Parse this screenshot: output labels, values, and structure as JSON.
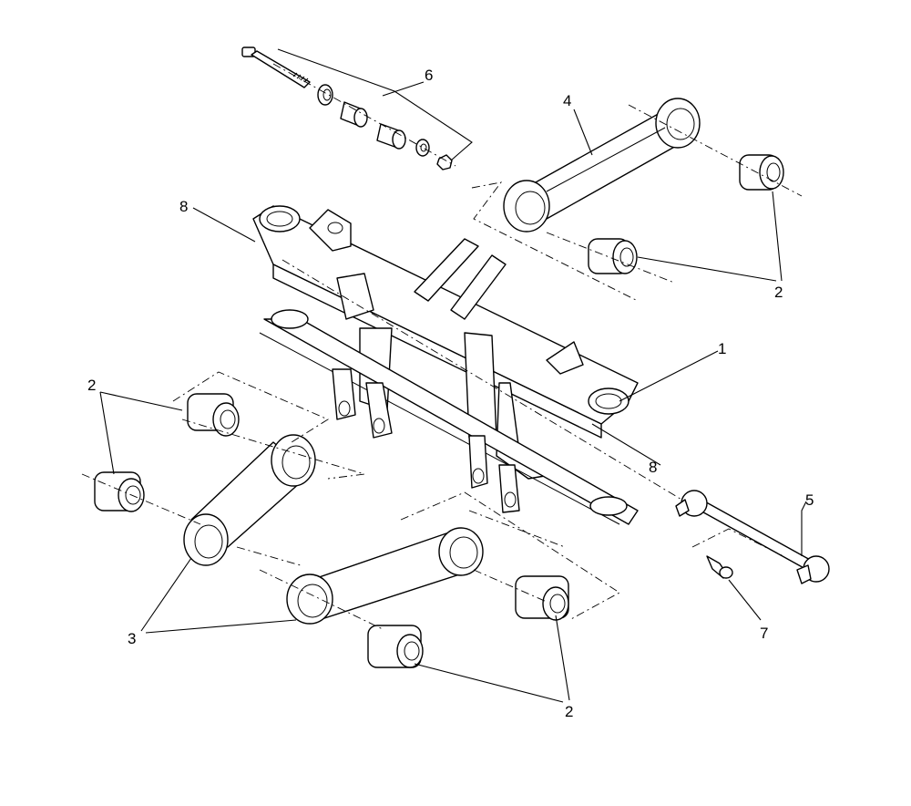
{
  "callouts": {
    "c1": "1",
    "c2a": "2",
    "c2b": "2",
    "c2c": "2",
    "c3": "3",
    "c4": "4",
    "c5": "5",
    "c6": "6",
    "c7": "7",
    "c8a": "8",
    "c8b": "8"
  }
}
